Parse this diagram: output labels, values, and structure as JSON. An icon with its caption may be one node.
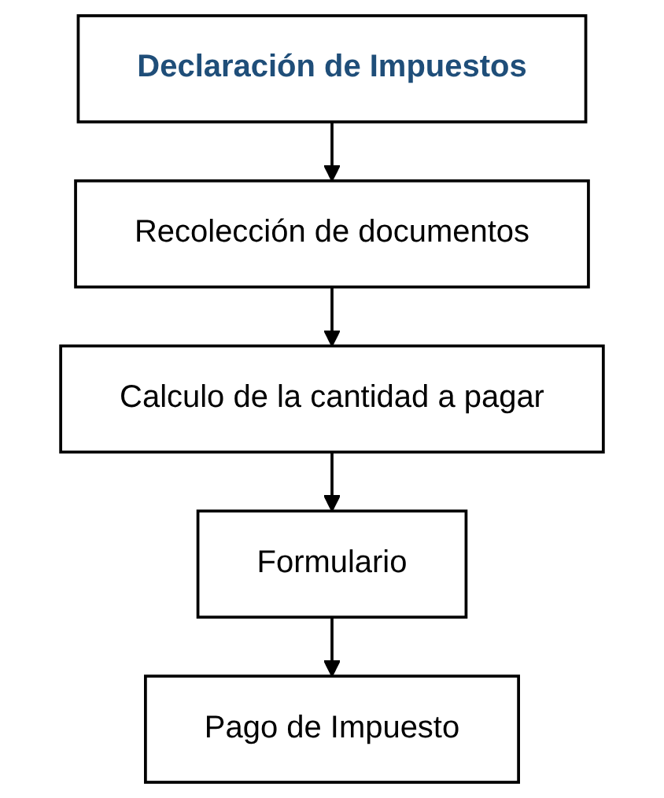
{
  "diagram": {
    "nodes": [
      {
        "text": [
          "Declaración de Impuestos"
        ]
      },
      {
        "text": [
          "Recolección de documentos"
        ]
      },
      {
        "text": [
          "Calculo de la cantidad a pagar"
        ]
      },
      {
        "text": [
          "Formulario"
        ]
      },
      {
        "text": [
          "Pago de Impuesto"
        ]
      }
    ],
    "edges": [
      {
        "from": 0,
        "to": 1,
        "arrow": "to"
      },
      {
        "from": 1,
        "to": 2,
        "arrow": "to"
      },
      {
        "from": 2,
        "to": 3,
        "arrow": "to"
      },
      {
        "from": 3,
        "to": 4,
        "arrow": "to"
      }
    ]
  }
}
